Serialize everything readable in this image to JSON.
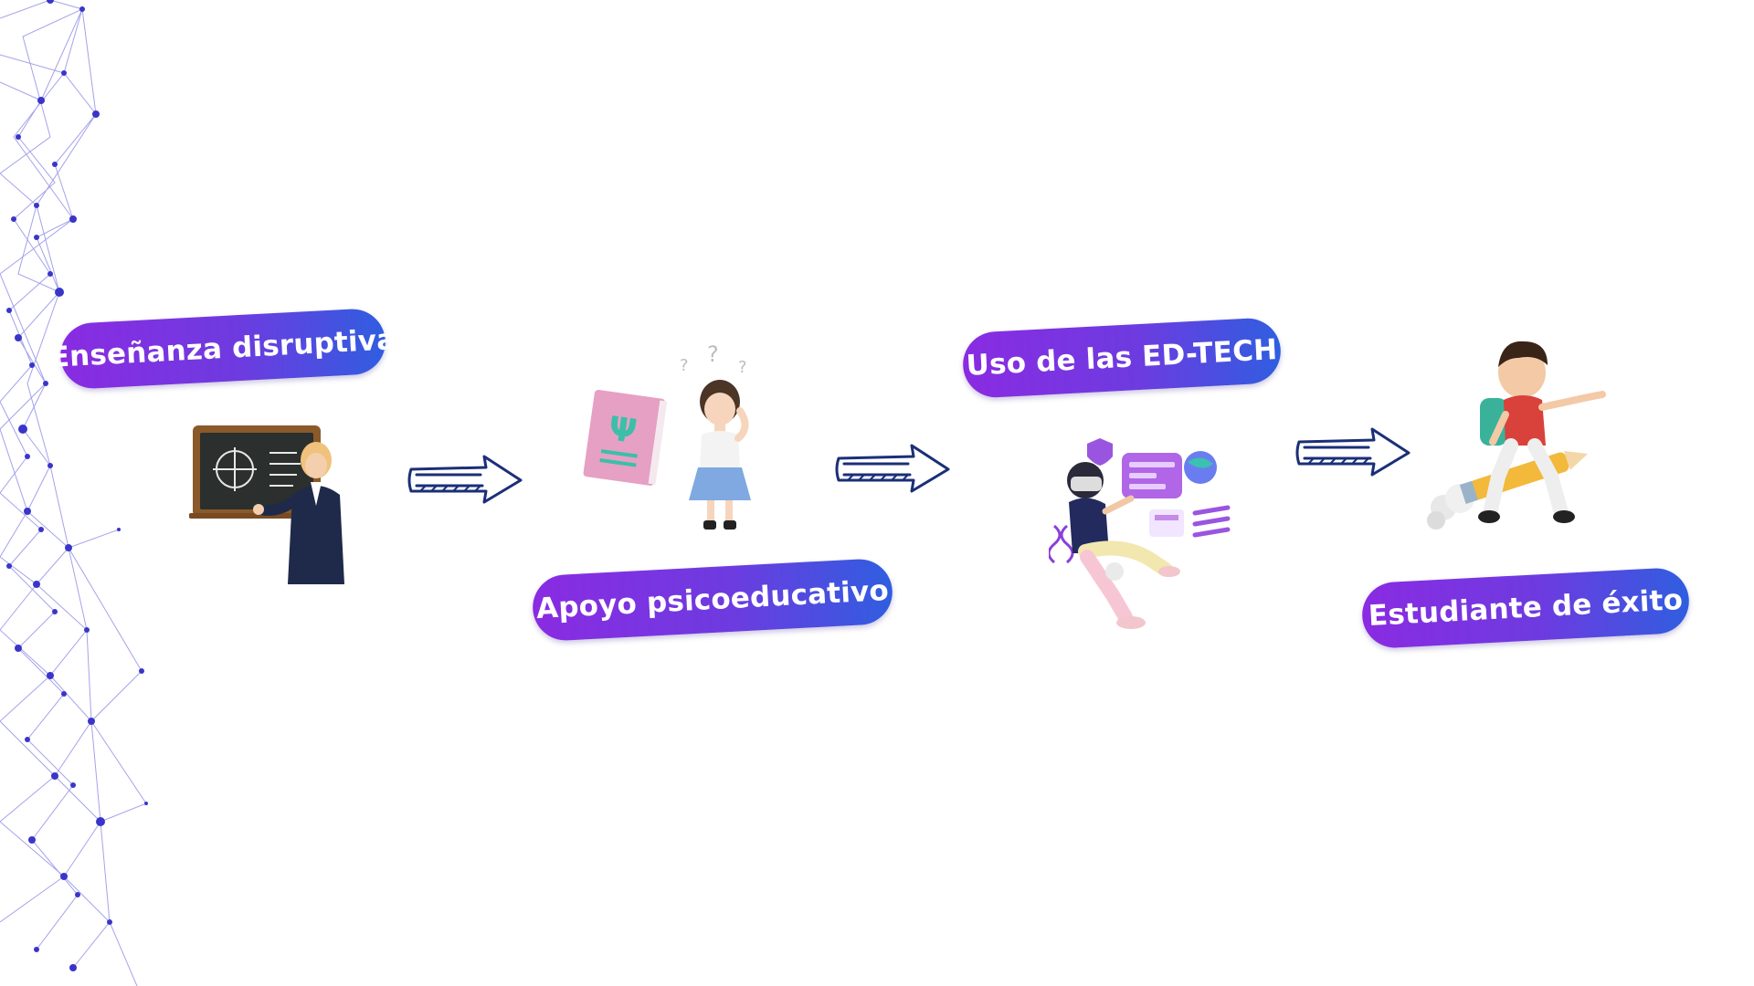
{
  "steps": [
    {
      "label": "Enseñanza disruptiva",
      "icon": "teacher-chalkboard-icon"
    },
    {
      "label": "Apoyo psicoeducativo",
      "icon": "confused-student-book-icon"
    },
    {
      "label": "Uso de las ED-TECH",
      "icon": "vr-edtech-student-icon"
    },
    {
      "label": "Estudiante de éxito",
      "icon": "successful-student-icon"
    }
  ],
  "colors": {
    "pill_start": "#8a2be2",
    "pill_end": "#2f5ee0",
    "arrow": "#1b2f78",
    "network": "#3f3bd1"
  }
}
